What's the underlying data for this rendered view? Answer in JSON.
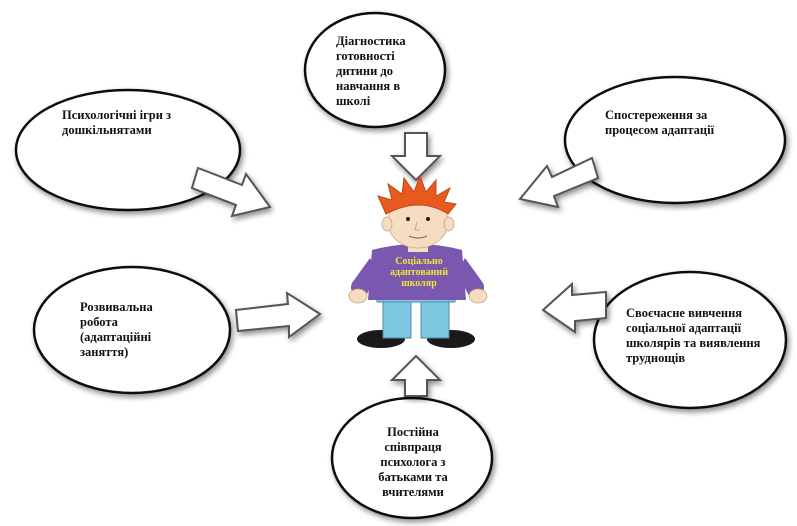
{
  "center": {
    "label": "Соціально адаптований школяр"
  },
  "nodes": [
    {
      "id": "top",
      "text": "Діагностика готовності дитини до навчання в школі"
    },
    {
      "id": "top-left",
      "text": "Психологічні ігри з дошкільнятами"
    },
    {
      "id": "top-right",
      "text": "Спостереження за процесом адаптації"
    },
    {
      "id": "mid-left",
      "text": "Розвивальна робота (адаптаційні заняття)"
    },
    {
      "id": "mid-right",
      "text": "Своєчасне вивчення соціальної адаптації школярів та виявлення труднощів"
    },
    {
      "id": "bottom",
      "text": "Постійна співпраця психолога з батьками та вчителями"
    }
  ],
  "colors": {
    "ellipse_stroke": "#111111",
    "arrow_fill": "#ffffff",
    "arrow_stroke": "#555555",
    "hair": "#e65a1e",
    "skin": "#f6dcc0",
    "shirt": "#7a58b0",
    "pants": "#7dc7e3",
    "shoes": "#1a1a1a",
    "shirt_text": "#f5e23a"
  }
}
